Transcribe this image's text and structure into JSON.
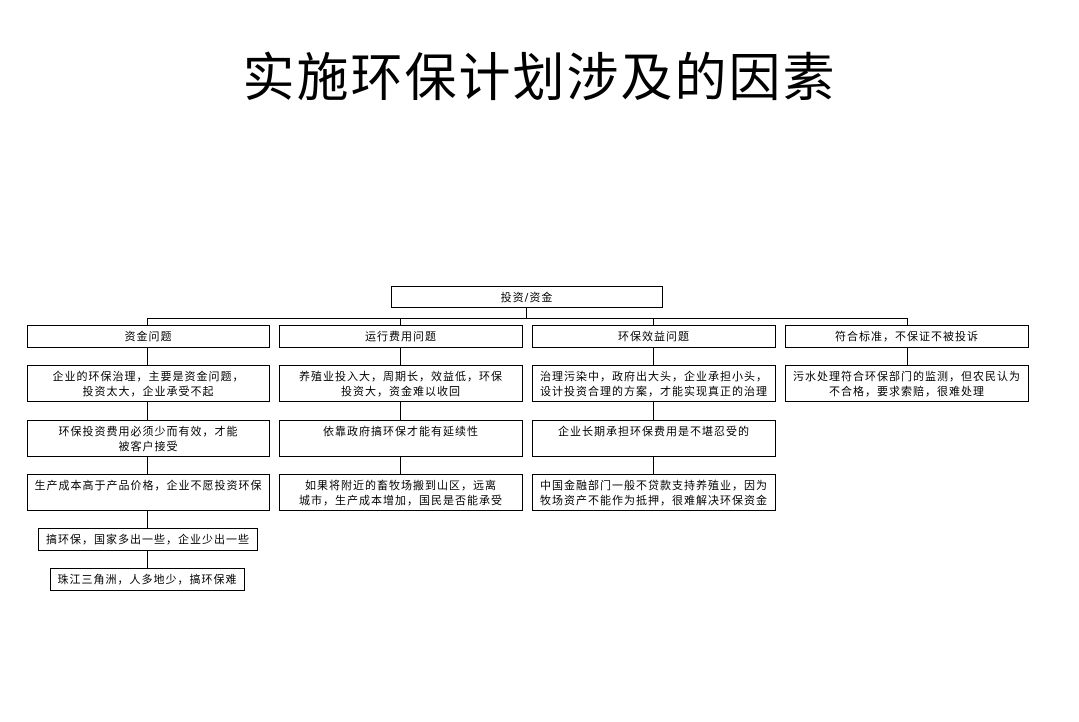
{
  "title": "实施环保计划涉及的因素",
  "root": "投资/资金",
  "columns": [
    {
      "header": "资金问题",
      "items": [
        "企业的环保治理，主要是资金问题，\n投资太大，企业承受不起",
        "环保投资费用必须少而有效，才能\n被客户接受",
        "生产成本高于产品价格，企业不愿投资环保",
        "搞环保，国家多出一些，企业少出一些",
        "珠江三角洲，人多地少，搞环保难"
      ]
    },
    {
      "header": "运行费用问题",
      "items": [
        "养殖业投入大，周期长，效益低，环保\n投资大，资金难以收回",
        "依靠政府搞环保才能有延续性",
        "如果将附近的畜牧场搬到山区，远离\n城市，生产成本增加，国民是否能承受"
      ]
    },
    {
      "header": "环保效益问题",
      "items": [
        "治理污染中，政府出大头，企业承担小头，\n设计投资合理的方案，才能实现真正的治理",
        "企业长期承担环保费用是不堪忍受的",
        "中国金融部门一般不贷款支持养殖业，因为\n牧场资产不能作为抵押，很难解决环保资金"
      ]
    },
    {
      "header": "符合标准，不保证不被投诉",
      "items": [
        "污水处理符合环保部门的监测，但农民认为\n不合格，要求索赔，很难处理"
      ]
    }
  ]
}
